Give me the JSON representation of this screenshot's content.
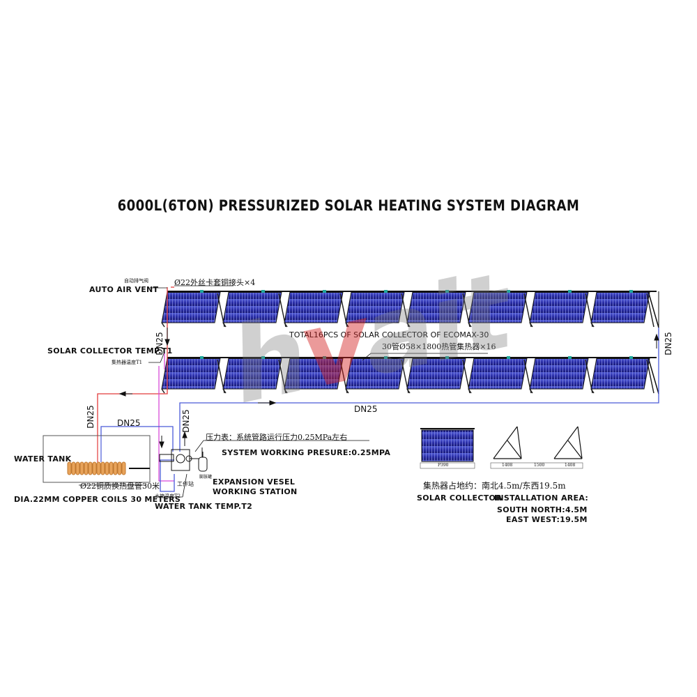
{
  "title": "6000L(6TON) PRESSURIZED SOLAR HEATING SYSTEM DIAGRAM",
  "labels": {
    "auto_air_vent_cn": "自动排气阀",
    "auto_air_vent": "AUTO AIR VENT",
    "pipe_spec": "Ø22外丝卡套铜接头×4",
    "collector_temp": "SOLAR COLLECTOR TEMP.T1",
    "collector_temp_cn": "集热器温度T1",
    "total_collectors": "TOTAL16PCS OF SOLAR COLLECTOR OF ECOMAX-30",
    "collector_spec": "30管Ø58×1800热管集热器×16",
    "water_tank": "WATER TANK",
    "coil_spec_cn": "Ø22铜质换热盘管30米",
    "coil_spec": "DIA.22MM COPPER COILS 30 METERS",
    "gauge_cn": "压力表：系统管路运行压力0.25MPa左右",
    "working_pressure": "SYSTEM WORKING PRESURE:0.25MPA",
    "expansion_cn": "膨胀罐",
    "expansion": "EXPANSION VESEL",
    "station_cn": "工作站",
    "station": "WORKING STATION",
    "tank_temp_cn": "水箱温度T2",
    "tank_temp": "WATER TANK TEMP.T2",
    "area_cn": "集热器占地约：南北4.5m/东西19.5m",
    "area_head_1": "SOLAR COLLECTOR",
    "area_head_2": "INSTALLATION AREA:",
    "south_north": "SOUTH NORTH:4.5M",
    "east_west": "EAST WEST:19.5M",
    "dim_panel": "P390",
    "dim_frame_1": "1408",
    "dim_gap": "1500",
    "dim_frame_2": "1408",
    "watermark_a": "h",
    "watermark_b": "v",
    "watermark_c": "ait"
  },
  "pipes": {
    "dn_top_left": "DN25",
    "dn_right": "DN25",
    "dn_bottom": "DN25",
    "dn_tank_left": "DN25",
    "dn_tank_top": "DN25",
    "dn_station": "DN25"
  },
  "colors": {
    "hot_pipe": "#e23b3b",
    "cold_pipe": "#4a5ad8",
    "control_wire": "#d94bd9",
    "collector_blue": "#2a2ea8",
    "coil_copper": "#e8a35a"
  }
}
